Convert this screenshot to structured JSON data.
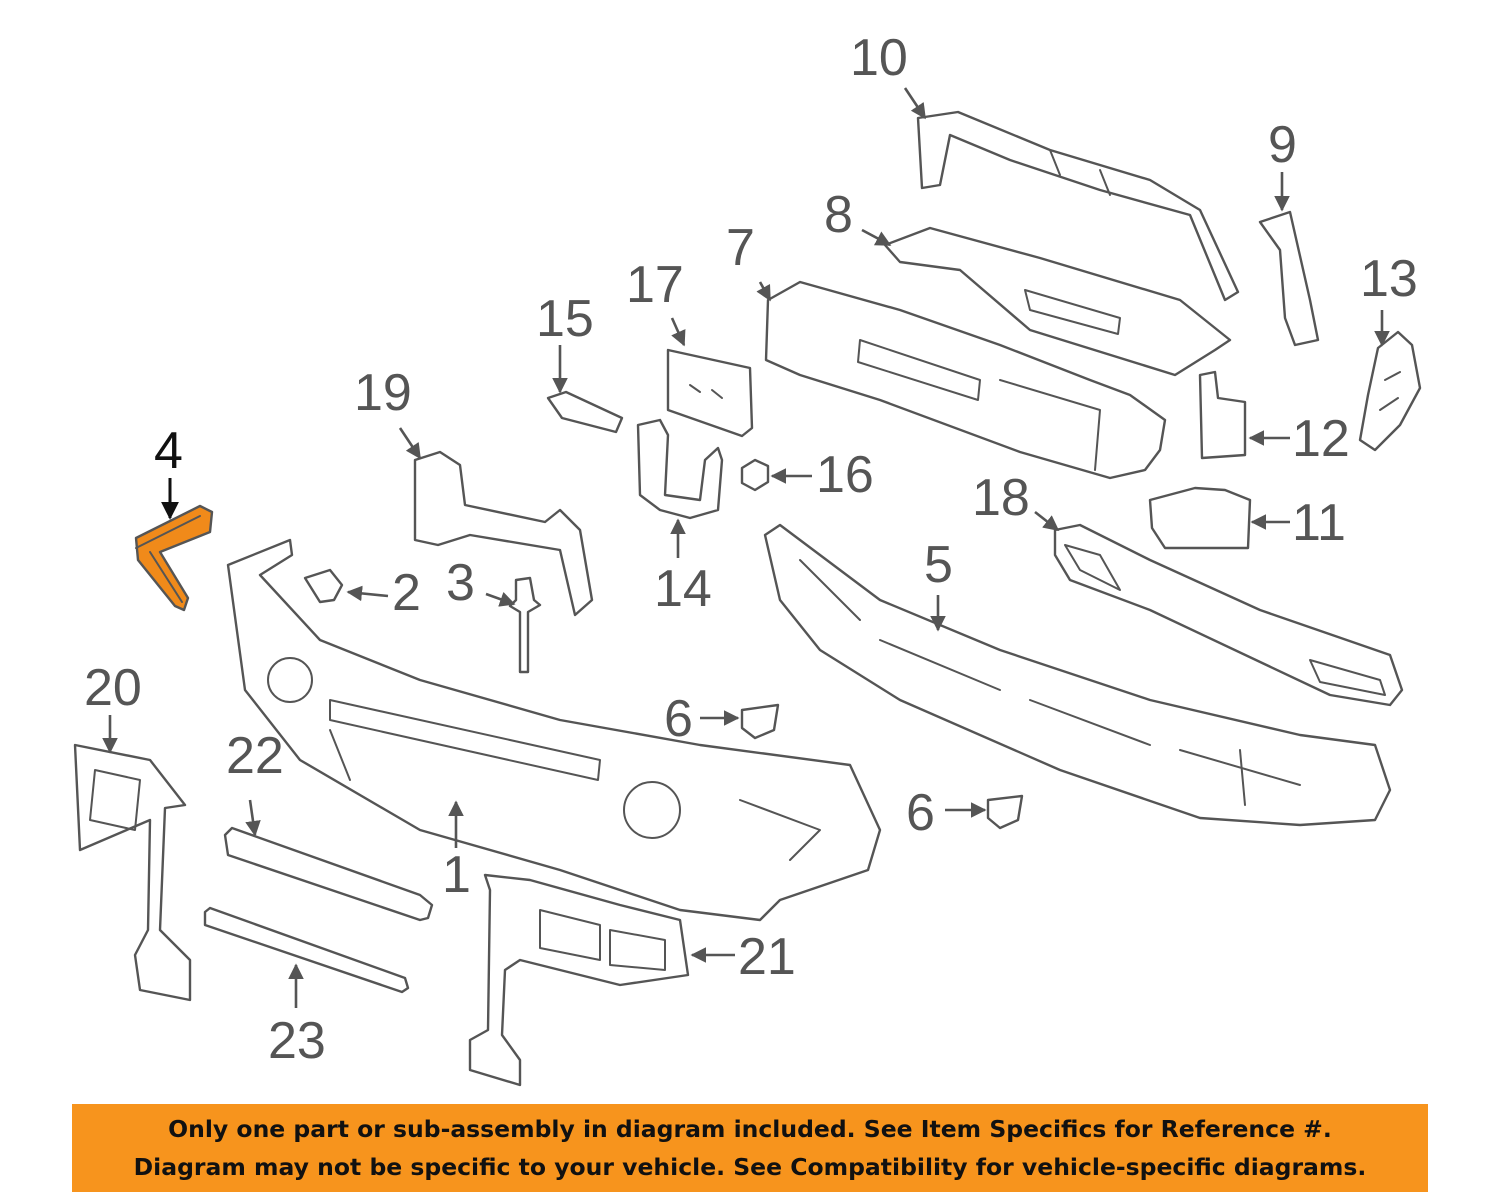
{
  "highlight_color": "#F08A1A",
  "notice_background": "#F7941D",
  "highlighted_part": "4",
  "callouts": {
    "c1": "1",
    "c2": "2",
    "c3": "3",
    "c4": "4",
    "c5": "5",
    "c6a": "6",
    "c6b": "6",
    "c7": "7",
    "c8": "8",
    "c9": "9",
    "c10": "10",
    "c11": "11",
    "c12": "12",
    "c13": "13",
    "c14": "14",
    "c15": "15",
    "c16": "16",
    "c17": "17",
    "c18": "18",
    "c19": "19",
    "c20": "20",
    "c21": "21",
    "c22": "22",
    "c23": "23"
  },
  "notice": {
    "line1": "Only one part or sub-assembly in diagram included. See Item Specifics for Reference #.",
    "line2": "Diagram may not be specific to your vehicle. See Compatibility for vehicle-specific diagrams."
  }
}
